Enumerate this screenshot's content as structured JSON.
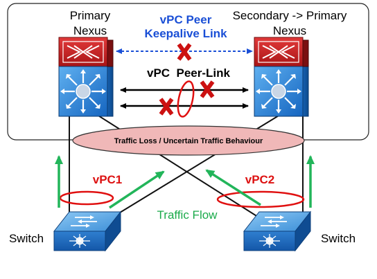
{
  "labels": {
    "primary_line1": "Primary",
    "primary_line2": "Nexus",
    "secondary_line1": "Secondary -> Primary",
    "secondary_line2": "Nexus",
    "keepalive_line1": "vPC Peer",
    "keepalive_line2": "Keepalive Link",
    "peer_link": "vPC  Peer-Link",
    "traffic_loss": "Traffic Loss / Uncertain Traffic Behaviour",
    "vpc1": "vPC1",
    "vpc2": "vPC2",
    "traffic_flow": "Traffic Flow",
    "switch_left": "Switch",
    "switch_right": "Switch"
  },
  "colors": {
    "keepalive_text": "#1a4fd6",
    "failure_x": "#cc1111",
    "vpc_label": "#dd1111",
    "vpc_ring": "#e01010",
    "traffic_flow_text": "#1aaa4a",
    "traffic_arrow": "#22b55a",
    "ellipse_fill": "#f0b8b8",
    "nexus_blue": "#1f7fd6",
    "nexus_red": "#c8191c"
  },
  "icons": {
    "failure_marks": [
      "keepalive-failure-x",
      "peer-link-failure-x-1",
      "peer-link-failure-x-2"
    ],
    "devices": [
      "nexus-switch-icon",
      "nexus-switch-icon",
      "access-switch-icon",
      "access-switch-icon"
    ]
  }
}
